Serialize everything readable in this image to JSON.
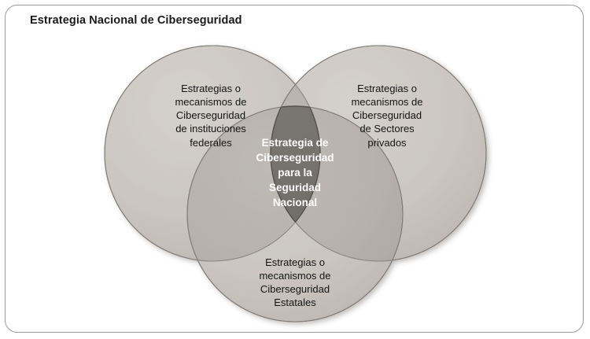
{
  "figure": {
    "title": "Estrategia Nacional de Ciberseguridad"
  },
  "venn": {
    "sets": [
      {
        "id": "federal",
        "position": "top-left",
        "label": "Estrategias o\nmecanismos de\nCiberseguridad\nde instituciones\nfederales"
      },
      {
        "id": "privado",
        "position": "top-right",
        "label": "Estrategias o\nmecanismos de\nCiberseguridad\nde Sectores\nprivados"
      },
      {
        "id": "estatal",
        "position": "bottom-center",
        "label": "Estrategias o\nmecanismos de\nCiberseguridad\nEstatales"
      }
    ],
    "intersection": {
      "id": "nacional",
      "label": "Estrategia de\nCiberseguridad\npara la\nSeguridad\nNacional"
    }
  },
  "colors": {
    "page_background": "#ffffff",
    "frame_border": "#9a9a9a",
    "circle_fill": "#cac5c0",
    "circle_stroke": "#827c77",
    "overlap_two": "#aba59f",
    "overlap_three": "#6e6a66",
    "intersection_stroke": "#4f4c49",
    "label_text": "#141414",
    "intersection_text": "#ffffff",
    "title_text": "#1a1a1a"
  },
  "chart_data": {
    "type": "venn",
    "title": "Estrategia Nacional de Ciberseguridad",
    "set_count": 3,
    "categories": [
      "Estrategias o mecanismos de Ciberseguridad de instituciones federales",
      "Estrategias o mecanismos de Ciberseguridad de Sectores privados",
      "Estrategias o mecanismos de Ciberseguridad Estatales"
    ],
    "intersection_label": "Estrategia de Ciberseguridad para la Seguridad Nacional",
    "geometry": {
      "circle_radius": 137,
      "centers": [
        [
          270,
          195
        ],
        [
          481,
          195
        ],
        [
          375,
          272
        ]
      ]
    }
  }
}
